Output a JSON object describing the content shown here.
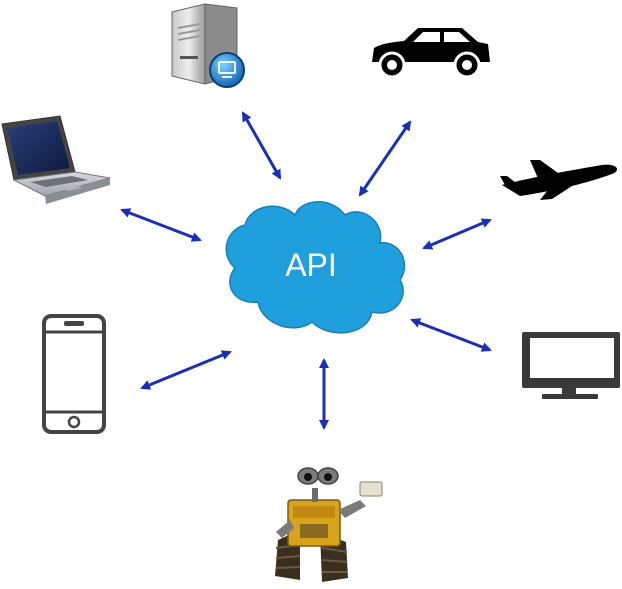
{
  "hub": {
    "label": "API",
    "fill_color": "#1f9fdc",
    "stroke_color": "#1a7fb5"
  },
  "arrow_color": "#1a2fb8",
  "nodes": [
    {
      "name": "server",
      "icon": "server-icon"
    },
    {
      "name": "car",
      "icon": "car-icon"
    },
    {
      "name": "laptop",
      "icon": "laptop-icon"
    },
    {
      "name": "airplane",
      "icon": "airplane-icon"
    },
    {
      "name": "smartphone",
      "icon": "smartphone-icon"
    },
    {
      "name": "monitor",
      "icon": "monitor-icon"
    },
    {
      "name": "robot",
      "icon": "robot-icon"
    }
  ]
}
